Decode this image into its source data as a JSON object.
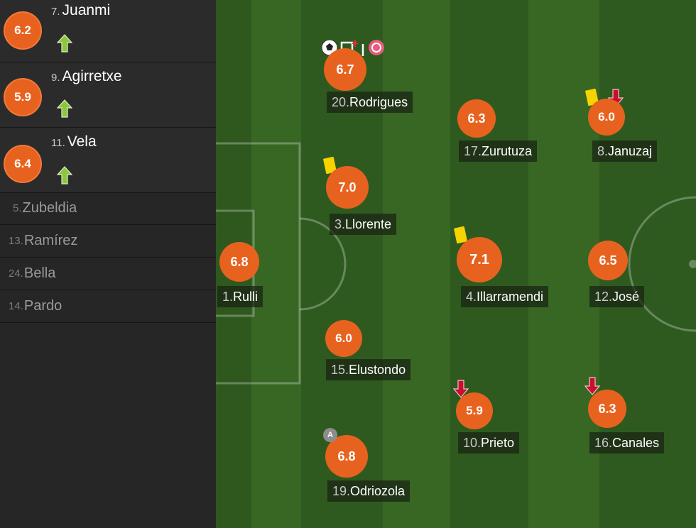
{
  "substitutes_on": [
    {
      "number": "7.",
      "name": "Juanmi",
      "rating": "6.2"
    },
    {
      "number": "9.",
      "name": "Agirretxe",
      "rating": "5.9"
    },
    {
      "number": "11.",
      "name": "Vela",
      "rating": "6.4"
    }
  ],
  "bench": [
    {
      "number": "5.",
      "name": "Zubeldia"
    },
    {
      "number": "13.",
      "name": "Ramírez"
    },
    {
      "number": "24.",
      "name": "Bella"
    },
    {
      "number": "14.",
      "name": "Pardo"
    }
  ],
  "players": [
    {
      "number": "1.",
      "name": "Rulli",
      "rating": "6.8"
    },
    {
      "number": "20.",
      "name": "Rodrigues",
      "rating": "6.7"
    },
    {
      "number": "3.",
      "name": "Llorente",
      "rating": "7.0"
    },
    {
      "number": "15.",
      "name": "Elustondo",
      "rating": "6.0"
    },
    {
      "number": "19.",
      "name": "Odriozola",
      "rating": "6.8"
    },
    {
      "number": "17.",
      "name": "Zurutuza",
      "rating": "6.3"
    },
    {
      "number": "4.",
      "name": "Illarramendi",
      "rating": "7.1"
    },
    {
      "number": "10.",
      "name": "Prieto",
      "rating": "5.9"
    },
    {
      "number": "8.",
      "name": "Januzaj",
      "rating": "6.0"
    },
    {
      "number": "12.",
      "name": "José",
      "rating": "6.5"
    },
    {
      "number": "16.",
      "name": "Canales",
      "rating": "6.3"
    }
  ],
  "captain_badge": "A",
  "colors": {
    "rating_orange": "#e8621f",
    "pitch_dark": "#2f5a1f",
    "pitch_light": "#376624",
    "yellow_card": "#f5d400",
    "sub_on_arrow": "#8cc63f",
    "sub_off_arrow": "#c8102e"
  },
  "icons": [
    "sub-on-arrow-icon",
    "sub-off-arrow-icon",
    "yellow-card-icon",
    "goal-ball-icon",
    "goalpost-icon",
    "own-goal-icon",
    "captain-icon"
  ]
}
